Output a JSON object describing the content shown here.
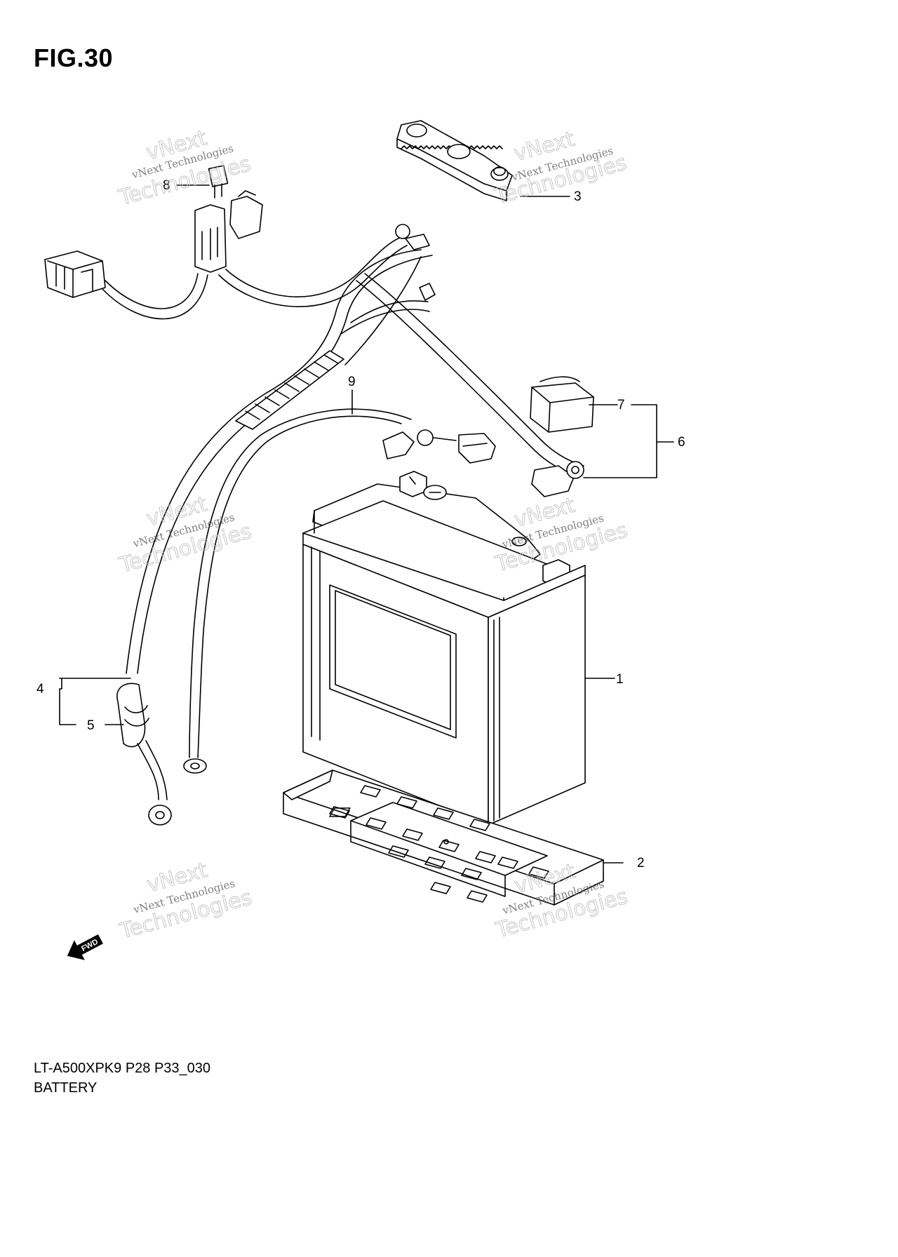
{
  "figure": {
    "title": "FIG.30",
    "code": "LT-A500XPK9 P28 P33_030",
    "name": "BATTERY"
  },
  "callouts": [
    "1",
    "2",
    "3",
    "4",
    "5",
    "6",
    "7",
    "8",
    "9"
  ],
  "watermark": {
    "line1": "vNext Technologies",
    "line2": "vNext",
    "line3": "Technologies"
  },
  "fwd_label": "FWD",
  "colors": {
    "line": "#000000",
    "background": "#ffffff",
    "watermark": "#bbbbbb"
  }
}
